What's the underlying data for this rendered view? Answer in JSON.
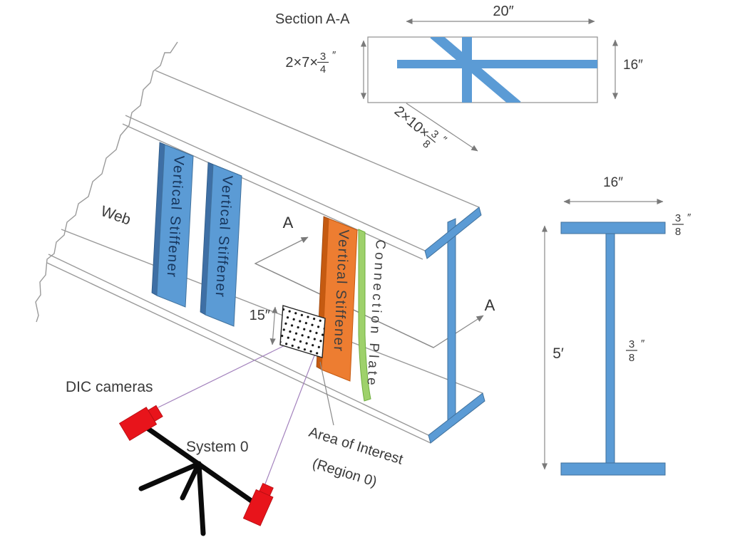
{
  "section_view": {
    "title": "Section A-A",
    "width_dim": "20″",
    "height_dim": "16″",
    "flange_angle": {
      "prefix": "2×7×",
      "num": "3",
      "den": "4",
      "unit": "″"
    },
    "web_angle": {
      "prefix": "2×10×",
      "num": "3",
      "den": "8",
      "unit": "″"
    }
  },
  "elevation_view": {
    "flange_width_dim": "16″",
    "height_dim": "5′",
    "flange_thickness": {
      "num": "3",
      "den": "8",
      "unit": "″"
    },
    "web_thickness": {
      "num": "3",
      "den": "8",
      "unit": "″"
    }
  },
  "girder": {
    "web_label": "Web",
    "stiffeners": [
      "Vertical Stiffener",
      "Vertical Stiffener",
      "Vertical Stiffener"
    ],
    "connection_plate_label": "Connection Plate",
    "section_marker_1": "A",
    "section_marker_2": "A",
    "aoi_height_dim": "15″",
    "aoi_label_line1": "Area of Interest",
    "aoi_label_line2": "(Region 0)"
  },
  "dic_system": {
    "cameras_label": "DIC cameras",
    "system_label": "System 0"
  },
  "colors": {
    "steel_blue": "#5B9BD5",
    "steel_blue_dark": "#41719C",
    "stiffener_orange": "#ED7D31",
    "orange_dark": "#C55A11",
    "plate_green": "#9ED16B",
    "green_dark": "#6FAE3E",
    "camera_red": "#E8141B",
    "sightline_purple": "#A382BD",
    "outline_gray": "#9A9A9A",
    "dimension_gray": "#7A7A7A",
    "text_dark": "#3A3A3A"
  }
}
